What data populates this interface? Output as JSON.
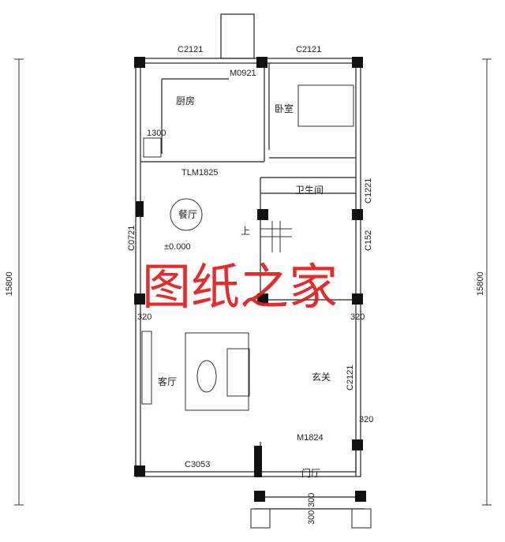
{
  "dimensions": {
    "left": "15800",
    "right": "15800"
  },
  "windows": {
    "top_left": "C2121",
    "top_right": "C2121",
    "bath": "C1221",
    "stair_side": "C152",
    "dining_side": "C0721",
    "entry_side": "C2121",
    "living_bottom": "C3053"
  },
  "doors": {
    "kitchen_back": "M0921",
    "kitchen_slide": "TLM1825",
    "front": "M1824"
  },
  "rooms": {
    "kitchen": "厨房",
    "bedroom": "卧室",
    "dining": "餐厅",
    "bathroom": "卫生间",
    "living": "客厅",
    "foyer": "玄关",
    "porch": "门厅"
  },
  "notes": {
    "width_1300": "1300",
    "elevation": "±0.000",
    "stair_up": "上",
    "dim_320_left": "320",
    "dim_320_right": "320",
    "dim_320_lower": "320",
    "dim_300_a": "300",
    "dim_300_b": "300"
  },
  "watermark": "图纸之家"
}
